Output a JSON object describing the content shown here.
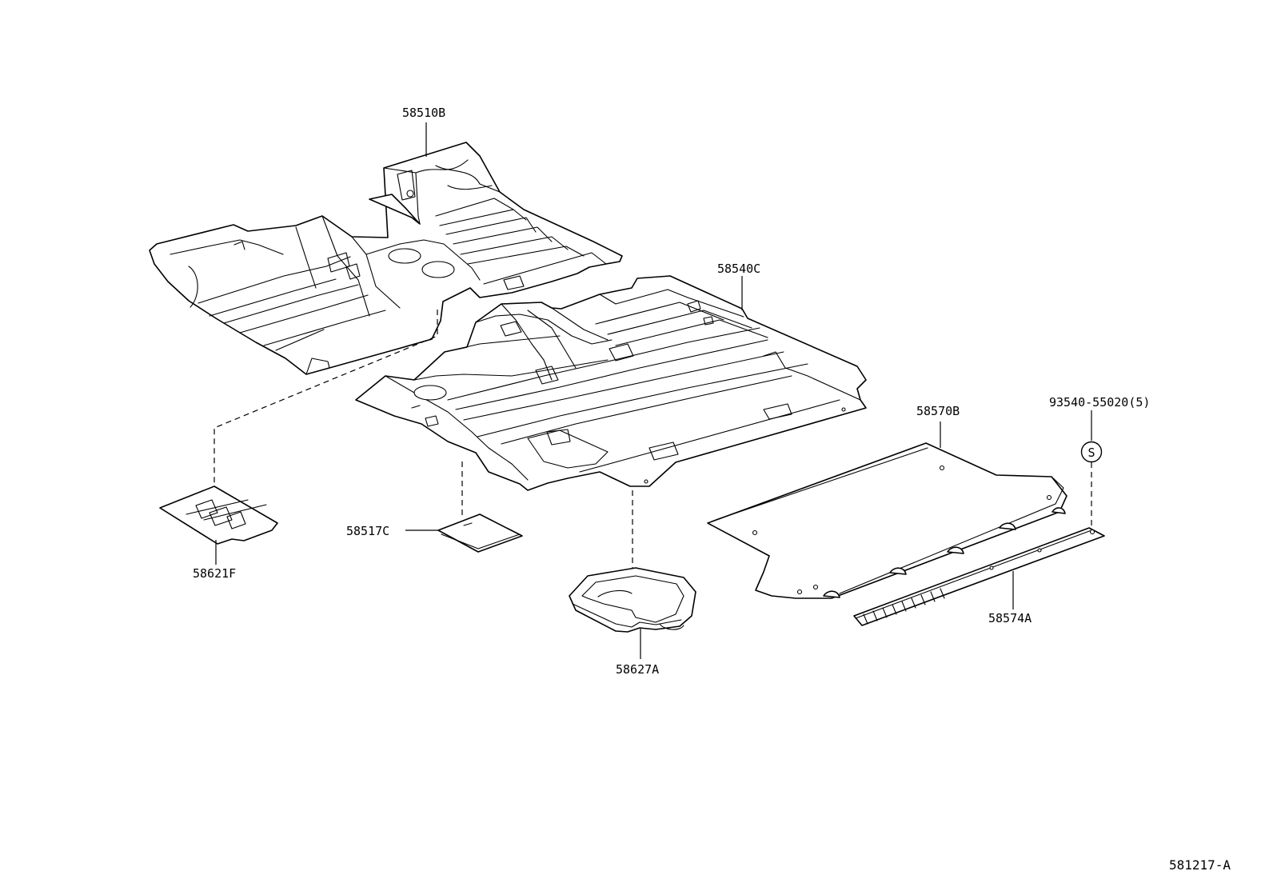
{
  "labels": {
    "p58510B": "58510B",
    "p58540C": "58540C",
    "p58570B": "58570B",
    "p93540": "93540-55020(5)",
    "p58517C": "58517C",
    "p58621F": "58621F",
    "p58627A": "58627A",
    "p58574A": "58574A",
    "symbol_s": "S"
  },
  "diagram_code": "581217-A"
}
